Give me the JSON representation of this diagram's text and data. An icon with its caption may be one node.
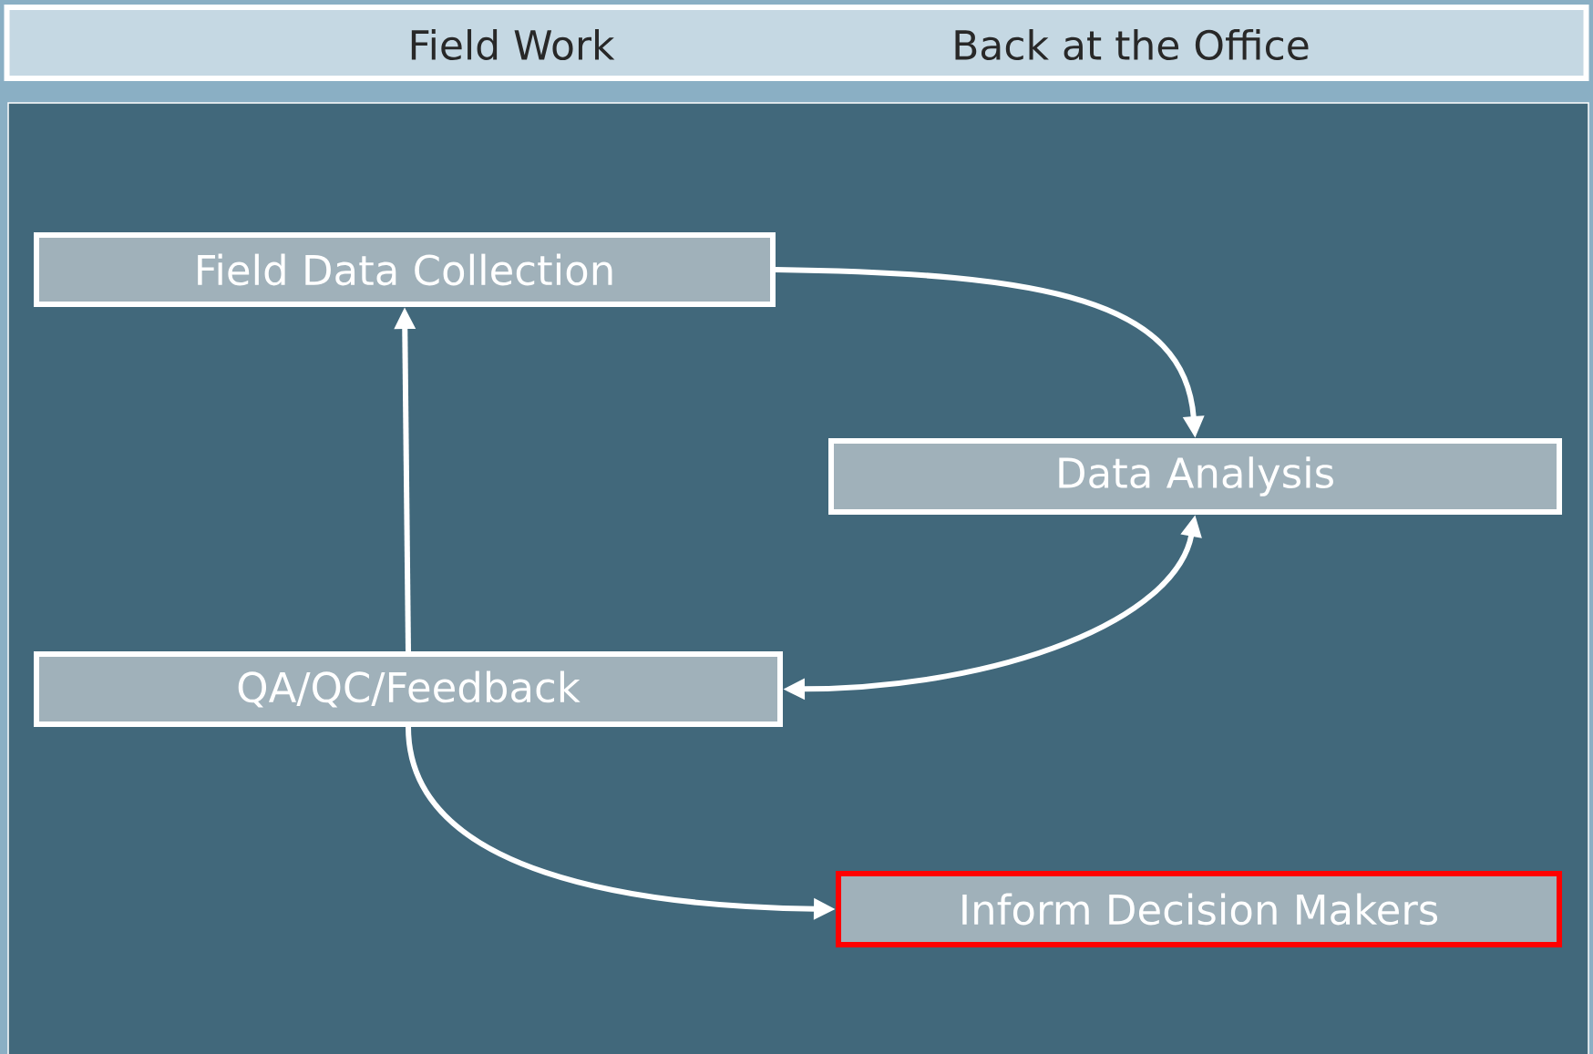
{
  "diagram": {
    "nodes": [
      {
        "text": [
          "Field Work",
          "Back at the Office"
        ]
      },
      {
        "text": [
          "Field Data Collection"
        ]
      },
      {
        "text": [
          "Data Analysis"
        ]
      },
      {
        "text": [
          "QA/QC/Feedback"
        ]
      },
      {
        "text": [
          "Inform Decision Makers"
        ]
      }
    ],
    "edges": [
      {
        "from": 1,
        "to": 2,
        "arrow": "to"
      },
      {
        "from": 2,
        "to": 3,
        "arrow": "both"
      },
      {
        "from": 3,
        "to": 1,
        "arrow": "to"
      },
      {
        "from": 3,
        "to": 4,
        "arrow": "to"
      }
    ]
  }
}
